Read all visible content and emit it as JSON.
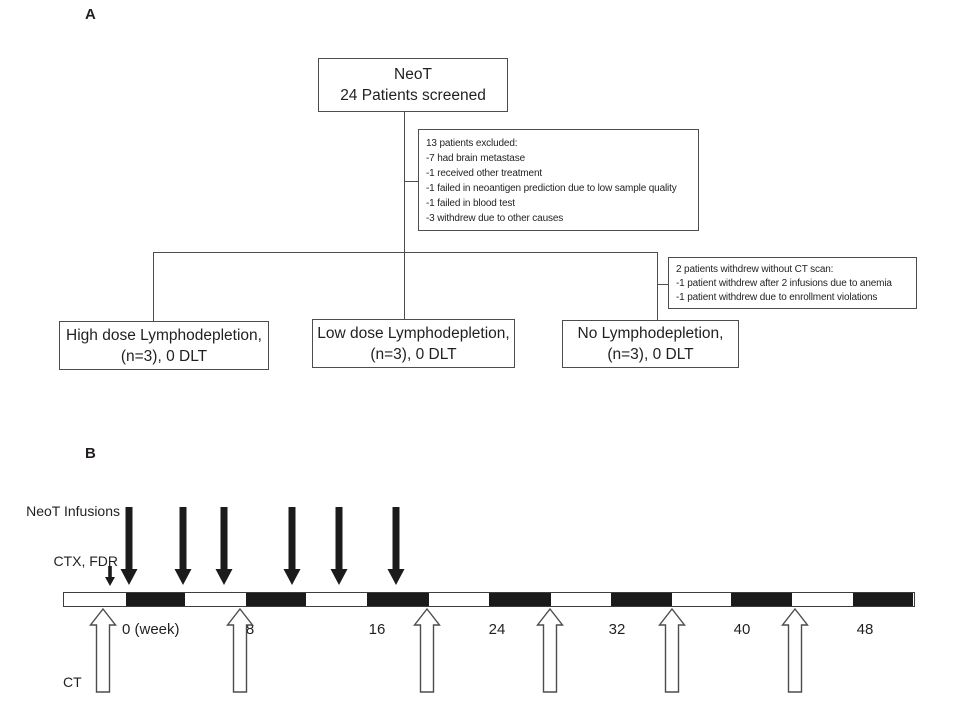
{
  "panels": {
    "a": {
      "label": "A",
      "screen_box": {
        "line1": "NeoT",
        "line2": "24 Patients screened"
      },
      "excluded_box": {
        "lines": [
          "13 patients excluded:",
          "-7 had brain metastase",
          "-1 received other treatment",
          "-1 failed in neoantigen prediction due to low sample quality",
          "-1 failed in blood test",
          "-3 withdrew due to other causes"
        ]
      },
      "withdrew_box": {
        "lines": [
          "2 patients withdrew without CT scan:",
          "-1 patient withdrew after 2 infusions due to anemia",
          "-1 patient withdrew due to enrollment violations"
        ]
      },
      "arm_boxes": [
        {
          "line1": "High dose Lymphodepletion,",
          "line2": "(n=3), 0 DLT"
        },
        {
          "line1": "Low dose Lymphodepletion,",
          "line2": "(n=3), 0 DLT"
        },
        {
          "line1": "No Lymphodepletion,",
          "line2": "(n=3), 0 DLT"
        }
      ]
    },
    "b": {
      "label": "B",
      "row_labels": {
        "infusions": "NeoT Infusions",
        "ctx": "CTX, FDR",
        "ct": "CT"
      },
      "week_labels": [
        "0 (week)",
        "8",
        "16",
        "24",
        "32",
        "40",
        "48"
      ]
    }
  },
  "colors": {
    "line": "#4d4d4d",
    "text": "#231f20",
    "bar_black": "#1b1b1b"
  }
}
